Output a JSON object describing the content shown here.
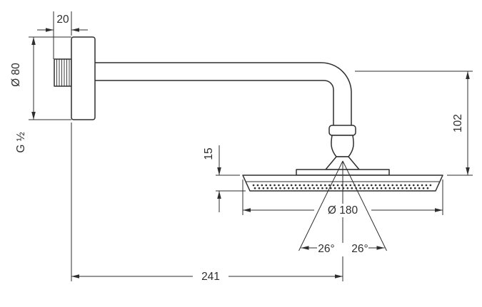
{
  "diagram": {
    "labels": {
      "wall_plate_depth": "20",
      "escutcheon_diameter": "Ø 80",
      "connection_thread": "G ½",
      "head_height": "15",
      "arm_drop": "102",
      "head_diameter": "Ø 180",
      "spray_angle_left": "26°",
      "spray_angle_right": "26°",
      "arm_projection": "241"
    }
  }
}
